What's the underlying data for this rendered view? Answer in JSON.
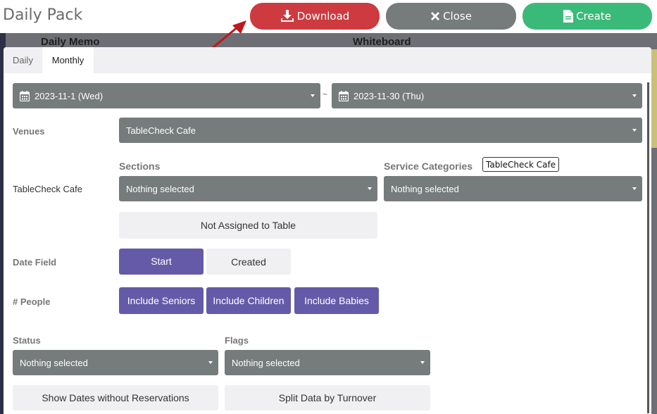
{
  "header": {
    "title": "Daily Pack",
    "download_label": "Download",
    "close_label": "Close",
    "create_label": "Create"
  },
  "background": {
    "memo_heading": "Daily Memo",
    "whiteboard_heading": "Whiteboard"
  },
  "tabs": [
    {
      "label": "Daily",
      "active": false
    },
    {
      "label": "Monthly",
      "active": true
    }
  ],
  "date_range": {
    "start": "2023-11-1 (Wed)",
    "separator": "~",
    "end": "2023-11-30 (Thu)"
  },
  "venues": {
    "label": "Venues",
    "value": "TableCheck Cafe"
  },
  "venue_row": {
    "name": "TableCheck Cafe",
    "sections_label": "Sections",
    "sections_value": "Nothing selected",
    "service_categories_label": "Service Categories",
    "service_categories_value": "Nothing selected",
    "tooltip": "TableCheck Cafe",
    "not_assigned_label": "Not Assigned to Table"
  },
  "date_field": {
    "label": "Date Field",
    "options": [
      "Start",
      "Created"
    ],
    "selected": "Start"
  },
  "people": {
    "label": "# People",
    "include_seniors": "Include Seniors",
    "include_children": "Include Children",
    "include_babies": "Include Babies"
  },
  "status": {
    "label": "Status",
    "value": "Nothing selected"
  },
  "flags": {
    "label": "Flags",
    "value": "Nothing selected"
  },
  "bottom_buttons": {
    "show_dates": "Show Dates without Reservations",
    "split_data": "Split Data by Turnover"
  },
  "colors": {
    "download": "#cd3a40",
    "close": "#767b7c",
    "create": "#3aba78",
    "purple_active": "#645aa8",
    "field_grey": "#767b7c"
  }
}
